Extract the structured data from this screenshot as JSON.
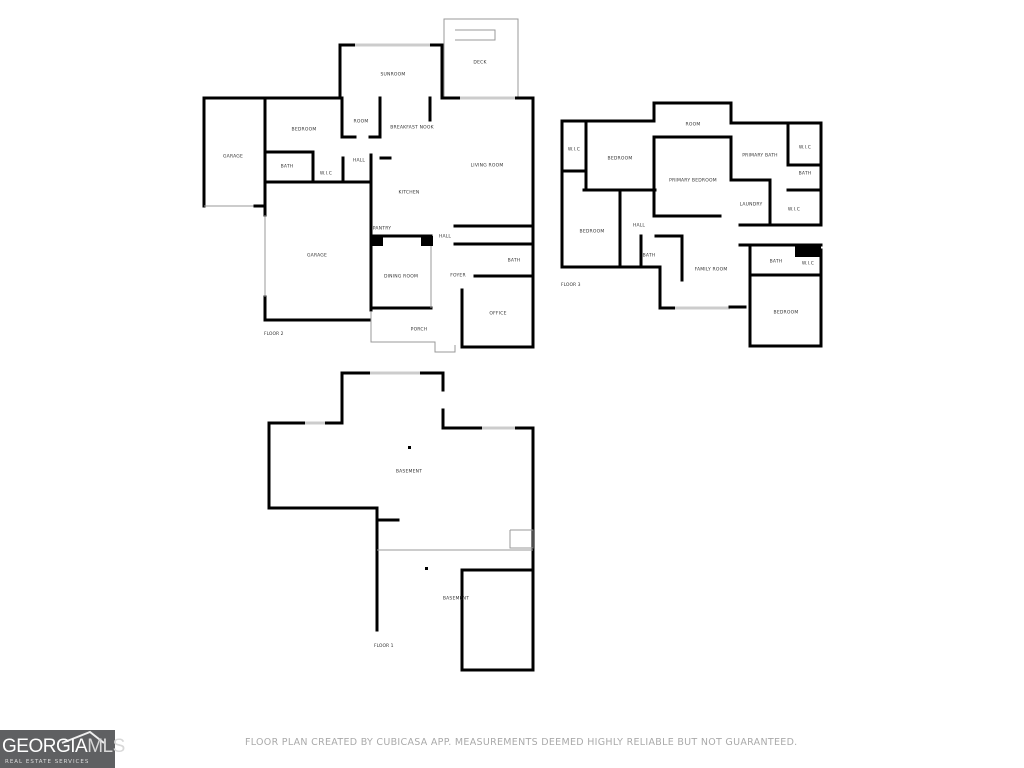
{
  "floor2": {
    "label": "FLOOR 2",
    "rooms": [
      "SUNROOM",
      "DECK",
      "GARAGE",
      "BEDROOM",
      "ROOM",
      "BREAKFAST NOOK",
      "BATH",
      "W.I.C",
      "HALL",
      "LIVING ROOM",
      "KITCHEN",
      "PANTRY",
      "HALL",
      "GARAGE",
      "DINING ROOM",
      "FOYER",
      "BATH",
      "OFFICE",
      "PORCH"
    ]
  },
  "floor3": {
    "label": "FLOOR 3",
    "rooms": [
      "ROOM",
      "W.I.C",
      "BEDROOM",
      "PRIMARY BEDROOM",
      "PRIMARY BATH",
      "W.I.C",
      "BATH",
      "LAUNDRY",
      "W.I.C",
      "BEDROOM",
      "HALL",
      "BATH",
      "FAMILY ROOM",
      "BATH",
      "W.I.C",
      "BEDROOM"
    ]
  },
  "floor1": {
    "label": "FLOOR 1",
    "rooms": [
      "BASEMENT",
      "BASEMENT"
    ]
  },
  "footer": {
    "disclaimer": "FLOOR PLAN CREATED BY CUBICASA APP. MEASUREMENTS DEEMED HIGHLY RELIABLE BUT NOT GUARANTEED.",
    "logo_main": "GEORGIA",
    "logo_accent": "MLS",
    "logo_sub": "REAL ESTATE SERVICES"
  }
}
